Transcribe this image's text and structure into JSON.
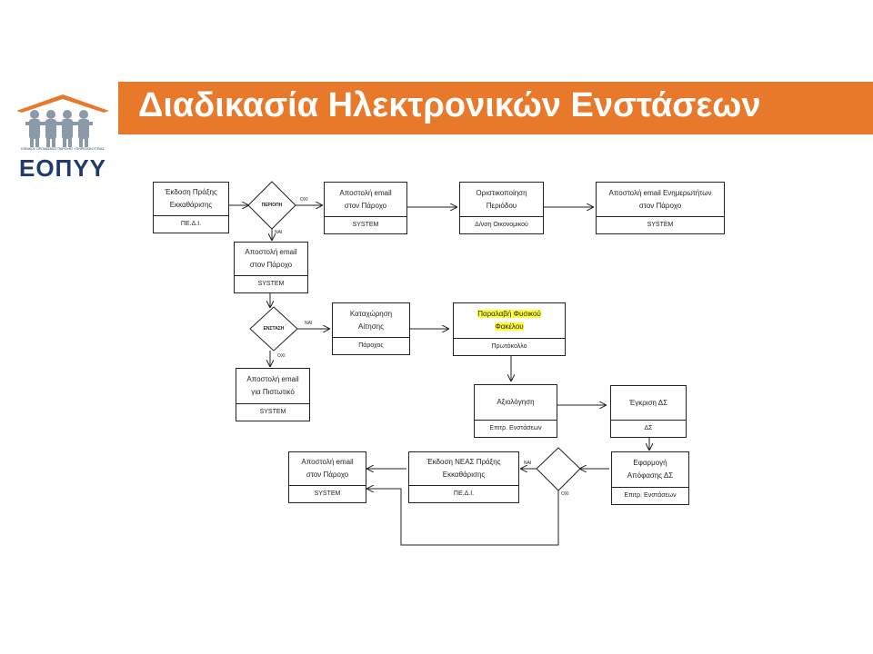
{
  "header": {
    "title": "Διαδικασία Ηλεκτρονικών Ενστάσεων",
    "logo_text": "ΕΟΠΥΥ",
    "logo_subtitle": "ΕΘΝΙΚΟΣ ΟΡΓΑΝΙΣΜΟΣ ΠΑΡΟΧΗΣ ΥΠΗΡΕΣΙΩΝ ΥΓΕΙΑΣ"
  },
  "colors": {
    "banner": "#e8792b",
    "logo": "#1e3a6e",
    "highlight": "#ffff33"
  },
  "flow": {
    "b1": {
      "line1": "Έκδοση Πράξης",
      "line2": "Εκκαθάρισης",
      "foot": "ΠΕ.Δ.Ι."
    },
    "d1": {
      "label": "ΠΕΡΙΟΠΗ",
      "yes": "ΝΑΙ",
      "no": "ΟΧΙ"
    },
    "b2": {
      "line1": "Αποστολή email",
      "line2": "στον Πάροχο",
      "foot": "SYSTEM"
    },
    "b3": {
      "line1": "Οριστικοποίηση",
      "line2": "Περιόδου",
      "foot": "Δ/νση Οικονομικού"
    },
    "b4": {
      "line1": "Αποστολή email Ενημερωτήτων",
      "line2": "στον Πάροχο",
      "foot": "SYSTEM"
    },
    "b5": {
      "line1": "Αποστολή email",
      "line2": "στον Πάροχο",
      "foot": "SYSTEM"
    },
    "d2": {
      "label": "ΕΝΣΤΑΣΗ",
      "yes": "ΝΑΙ",
      "no": "ΟΧΙ"
    },
    "b6": {
      "line1": "Καταχώρηση",
      "line2": "Αίτησης",
      "foot": "Πάροχος"
    },
    "b7": {
      "line1": "Παραλαβή Φυσικού",
      "line2": "Φακέλου",
      "foot": "Πρωτόκολλο"
    },
    "b8": {
      "line1": "Αποστολή email",
      "line2": "για Πιστωτικό",
      "foot": "SYSTEM"
    },
    "b9": {
      "line1": "Αξιολόγηση",
      "foot": "Επιτρ. Ενστάσεων"
    },
    "b10": {
      "line1": "Έγκριση ΔΣ",
      "foot": "ΔΣ"
    },
    "b11": {
      "line1": "Εφαρμογή",
      "line2": "Απόφασης ΔΣ",
      "foot": "Επιτρ. Ενστάσεων"
    },
    "d3": {
      "yes": "ΝΑΙ",
      "no": "ΟΧΙ"
    },
    "b12": {
      "line1": "Έκδοση ΝΕΑΣ Πράξης",
      "line2": "Εκκαθάρισης",
      "foot": "ΠΕ.Δ.Ι."
    },
    "b13": {
      "line1": "Αποστολή email",
      "line2": "στον Πάροχο",
      "foot": "SYSTEM"
    }
  }
}
